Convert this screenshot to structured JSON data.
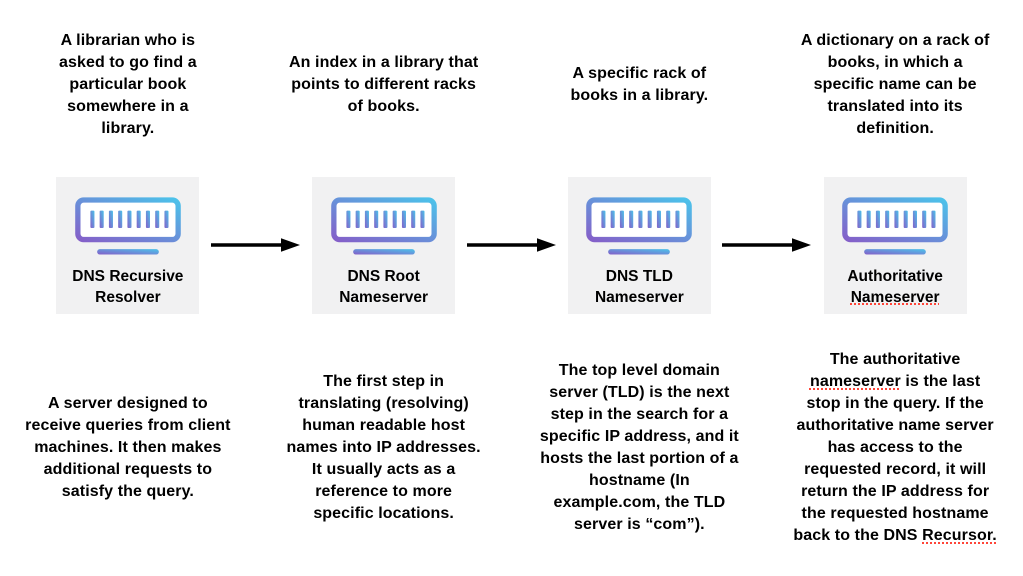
{
  "columns": [
    {
      "analogy": "A librarian who is asked to go find a particular book somewhere in a library.",
      "label": "DNS Recursive Resolver",
      "description": "A server designed to receive queries from client machines. It then makes additional requests to satisfy the query."
    },
    {
      "analogy": "An index in a library that points to different racks of books.",
      "label": "DNS Root Nameserver",
      "description": "The first step in translating (resolving) human readable host names into IP addresses. It usually acts as a reference to more specific locations."
    },
    {
      "analogy": "A specific rack of books in a library.",
      "label": "DNS TLD Nameserver",
      "description": "The top level domain server (TLD) is the next step in the search for a specific IP address, and it hosts the last portion of a hostname (In example.com, the TLD server is “com”)."
    },
    {
      "analogy": "A dictionary on a rack of books, in which a specific name can be translated into its definition.",
      "label_line1": "Authoritative",
      "label_line2": "Nameserver",
      "description_parts": {
        "p0": "The authoritative ",
        "misspelled1": "nameserver",
        "p1": " is the last stop in the query. If the authoritative name server has access to the requested record, it will return the IP address for the requested hostname back to the DNS ",
        "misspelled2": "Recursor."
      }
    }
  ],
  "icons": {
    "server": "server-monitor-icon",
    "arrow": "right-arrow-icon"
  },
  "colors": {
    "icon_gradient_start": "#8460c9",
    "icon_gradient_end": "#4cc2ea",
    "card_background": "#f1f1f2",
    "text": "#000000",
    "arrow": "#000000",
    "spellcheck_underline": "#ff4538"
  }
}
